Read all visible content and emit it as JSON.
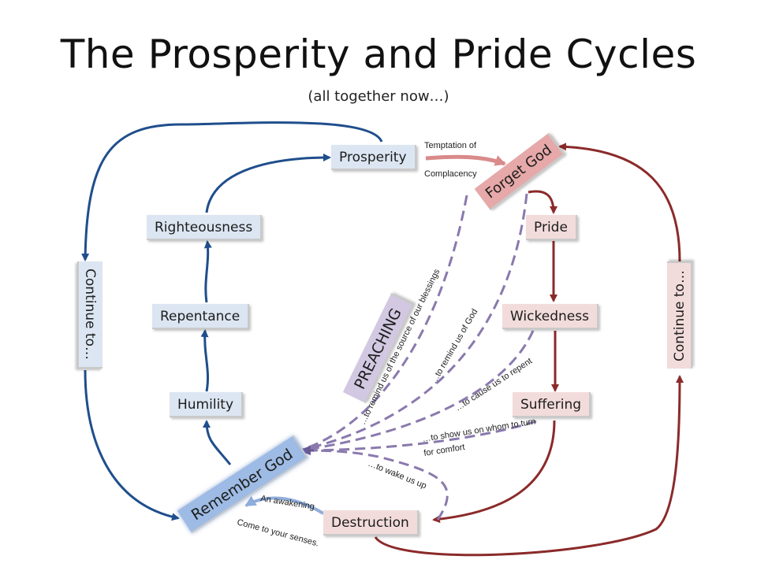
{
  "header": {
    "title": "The Prosperity and Pride Cycles",
    "subtitle": "(all together now…)"
  },
  "nodes": {
    "prosperity": "Prosperity",
    "forget_god": "Forget God",
    "pride": "Pride",
    "wickedness": "Wickedness",
    "suffering": "Suffering",
    "destruction": "Destruction",
    "remember_god": "Remember God",
    "humility": "Humility",
    "repentance": "Repentance",
    "righteousness": "Righteousness",
    "continue_left": "Continue to…",
    "continue_right": "Continue to…",
    "preaching": "PREACHING"
  },
  "labels": {
    "temptation_1": "Temptation of",
    "temptation_2": "Complacency",
    "blessings": "…to remind us of the source of our blessings",
    "remind_god": "…to remind us of God",
    "repent": "…to cause us to repent",
    "whom_1": "…to show us on whom to turn",
    "whom_2": "for comfort",
    "wake": "…to wake us up",
    "awakening": "An awakening",
    "senses": "Come to your senses."
  },
  "colors": {
    "blue_arrow": "#1f4e8c",
    "red_arrow": "#8b2a2a",
    "light_blue_arrow": "#8faedb",
    "dash_purple": "#8a79ad",
    "pink_arrow": "#d98a8a",
    "blue_box": "#dce6f2",
    "pink_box": "#f2dcdb",
    "forget_box": "#e6a8a8",
    "remember_box": "#9dbbe4",
    "preaching_box": "#d2c8e2"
  }
}
